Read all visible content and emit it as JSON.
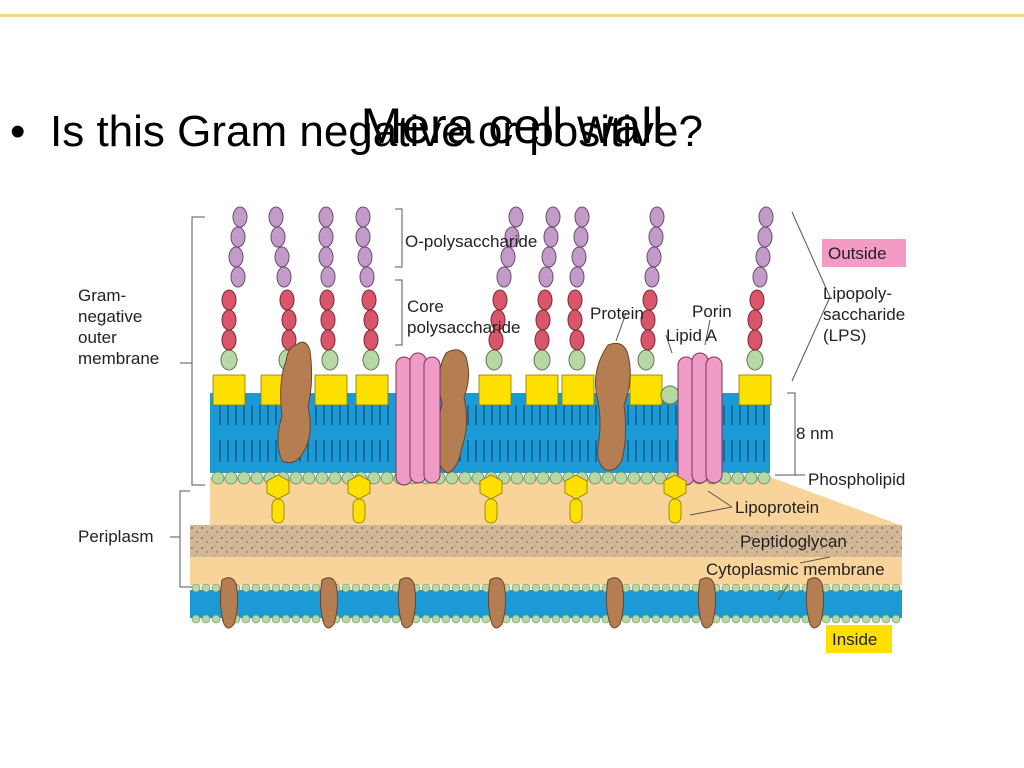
{
  "slide": {
    "title": "Mera cell wall",
    "bullet": "Is this Gram negative or positive?"
  },
  "figure": {
    "labels": {
      "o_polysaccharide": "O-polysaccharide",
      "core_1": "Core",
      "core_2": "polysaccharide",
      "protein": "Protein",
      "porin": "Porin",
      "lipid_a": "Lipid A",
      "outside": "Outside",
      "lps_1": "Lipopoly-",
      "lps_2": "saccharide",
      "lps_3": "(LPS)",
      "gram_1": "Gram-",
      "gram_2": "negative",
      "gram_3": "outer",
      "gram_4": "membrane",
      "thickness": "8 nm",
      "phospholipid": "Phospholipid",
      "lipoprotein": "Lipoprotein",
      "periplasm": "Periplasm",
      "peptidoglycan": "Peptidoglycan",
      "cytoplasmic_membrane": "Cytoplasmic membrane",
      "inside": "Inside"
    },
    "colors": {
      "o_chain": "#c29bc8",
      "core_chain": "#d9556a",
      "lipid_a_head": "#b7d7a5",
      "lipid_a_block": "#fde000",
      "membrane_blue": "#1b9ad6",
      "phospholipid_head": "#b7d7a5",
      "protein_brown": "#b47d52",
      "porin_pink": "#f09ac6",
      "periplasm": "#f8d49a",
      "peptidoglycan": "#d2b896",
      "outside_badge": "#f29bc4",
      "inside_badge": "#fde000"
    }
  }
}
